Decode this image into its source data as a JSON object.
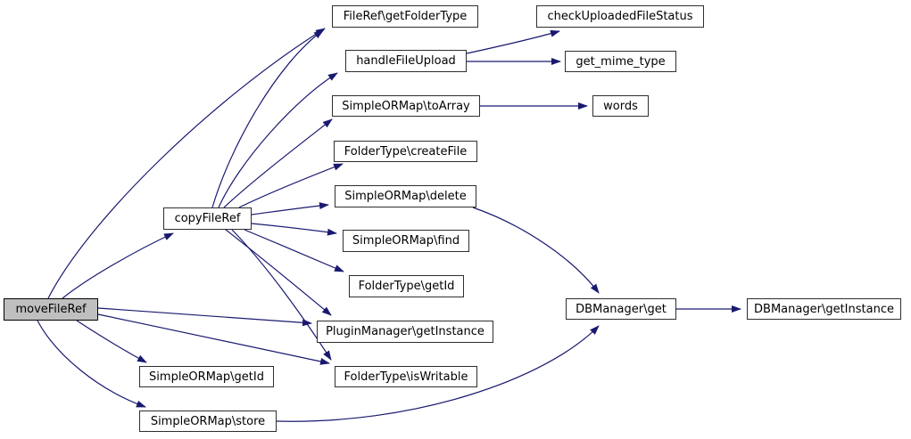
{
  "diagram": {
    "kind": "call-graph",
    "background_color": "#ffffff",
    "edge_color": "#191970",
    "node_border_color": "#2e2e2e",
    "node_fill_color": "#ffffff",
    "highlight_fill_color": "#bfbfbf",
    "text_color": "#000000",
    "nodes": [
      {
        "id": "moveFileRef",
        "label": "moveFileRef",
        "highlighted": true
      },
      {
        "id": "copyFileRef",
        "label": "copyFileRef"
      },
      {
        "id": "getFolderType",
        "label": "FileRef\\getFolderType"
      },
      {
        "id": "handleFileUpload",
        "label": "handleFileUpload"
      },
      {
        "id": "checkUploadedFileStatus",
        "label": "checkUploadedFileStatus"
      },
      {
        "id": "get_mime_type",
        "label": "get_mime_type"
      },
      {
        "id": "toArray",
        "label": "SimpleORMap\\toArray"
      },
      {
        "id": "words",
        "label": "words"
      },
      {
        "id": "createFile",
        "label": "FolderType\\createFile"
      },
      {
        "id": "delete",
        "label": "SimpleORMap\\delete"
      },
      {
        "id": "find",
        "label": "SimpleORMap\\find"
      },
      {
        "id": "folderGetId",
        "label": "FolderType\\getId"
      },
      {
        "id": "pluginGetInstance",
        "label": "PluginManager\\getInstance"
      },
      {
        "id": "isWritable",
        "label": "FolderType\\isWritable"
      },
      {
        "id": "simpleGetId",
        "label": "SimpleORMap\\getId"
      },
      {
        "id": "store",
        "label": "SimpleORMap\\store"
      },
      {
        "id": "dbGet",
        "label": "DBManager\\get"
      },
      {
        "id": "dbGetInstance",
        "label": "DBManager\\getInstance"
      }
    ],
    "edges": [
      {
        "from": "moveFileRef",
        "to": "copyFileRef"
      },
      {
        "from": "moveFileRef",
        "to": "getFolderType"
      },
      {
        "from": "moveFileRef",
        "to": "pluginGetInstance"
      },
      {
        "from": "moveFileRef",
        "to": "isWritable"
      },
      {
        "from": "moveFileRef",
        "to": "simpleGetId"
      },
      {
        "from": "moveFileRef",
        "to": "store"
      },
      {
        "from": "copyFileRef",
        "to": "getFolderType"
      },
      {
        "from": "copyFileRef",
        "to": "handleFileUpload"
      },
      {
        "from": "copyFileRef",
        "to": "toArray"
      },
      {
        "from": "copyFileRef",
        "to": "createFile"
      },
      {
        "from": "copyFileRef",
        "to": "delete"
      },
      {
        "from": "copyFileRef",
        "to": "find"
      },
      {
        "from": "copyFileRef",
        "to": "folderGetId"
      },
      {
        "from": "copyFileRef",
        "to": "pluginGetInstance"
      },
      {
        "from": "copyFileRef",
        "to": "isWritable"
      },
      {
        "from": "handleFileUpload",
        "to": "checkUploadedFileStatus"
      },
      {
        "from": "handleFileUpload",
        "to": "get_mime_type"
      },
      {
        "from": "toArray",
        "to": "words"
      },
      {
        "from": "delete",
        "to": "dbGet"
      },
      {
        "from": "store",
        "to": "dbGet"
      },
      {
        "from": "dbGet",
        "to": "dbGetInstance"
      }
    ]
  }
}
